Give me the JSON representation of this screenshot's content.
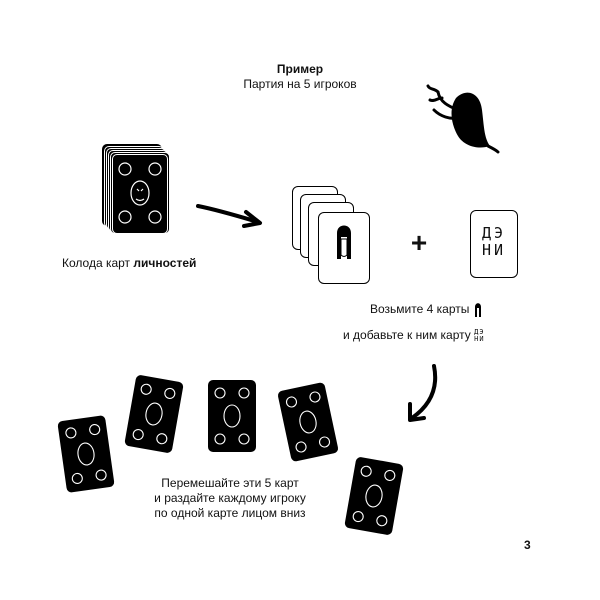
{
  "header": {
    "title": "Пример",
    "subtitle": "Партия на 5 игроков"
  },
  "deck": {
    "caption_prefix": "Колода карт ",
    "caption_bold": "личностей"
  },
  "take": {
    "line1": "Возьмите 4 карты",
    "line2": "и добавьте к ним карту"
  },
  "deni_card": {
    "line1": "ДЭ",
    "line2": "НИ"
  },
  "plus_sign": "+",
  "shuffle": {
    "line1": "Перемешайте эти 5 карт",
    "line2": "и раздайте каждому игроку",
    "line3": "по одной карте лицом вниз"
  },
  "page_number": "3",
  "colors": {
    "ink": "#000000",
    "paper": "#ffffff"
  }
}
